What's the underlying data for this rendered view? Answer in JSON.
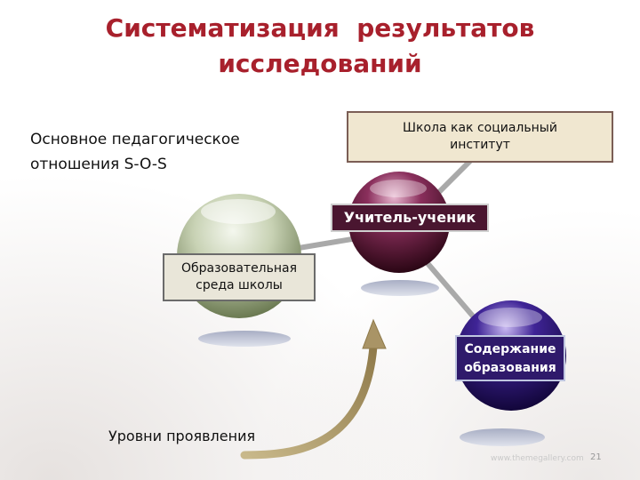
{
  "title": {
    "line1": "Систематизация  результатов",
    "line2": "исследований"
  },
  "left_text": {
    "line1": "Основное педагогическое",
    "line2": "отношения S-O-S"
  },
  "boxes": {
    "school": {
      "line1": "Школа как социальный",
      "line2": "институт"
    },
    "environment": {
      "line1": "Образовательная",
      "line2": "среда школы"
    },
    "teacher_student": "Учитель-ученик",
    "content": {
      "line1": "Содержание",
      "line2": "образования"
    }
  },
  "levels_label": "Уровни проявления",
  "page_number": "21",
  "watermark": "www.themegallery.com",
  "colors": {
    "title": "#a8202c",
    "sphere_green": "#b9c4a4",
    "sphere_maroon": "#6a1f40",
    "sphere_purple": "#2b1778",
    "box_fill": "#f0e7d0",
    "arrow": "#b8a57a"
  }
}
